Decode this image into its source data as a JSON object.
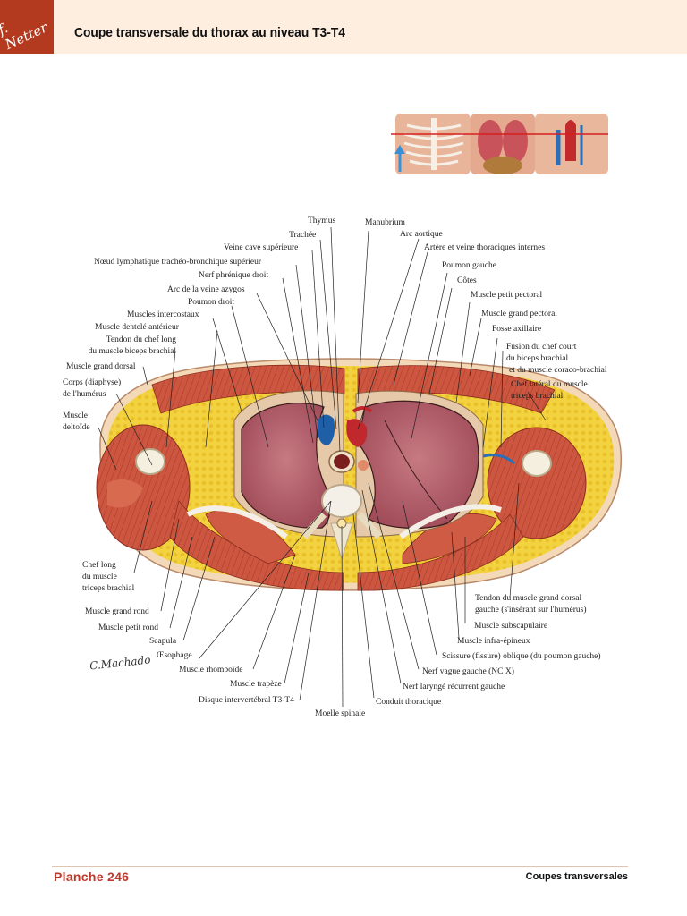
{
  "header": {
    "logo": "f. Netter",
    "title": "Coupe transversale du thorax au niveau T3-T4"
  },
  "labels": {
    "thymus": "Thymus",
    "trachee": "Trachée",
    "veine_cave": "Veine cave supérieure",
    "noeud": "Nœud lymphatique trachéo-bronchique supérieur",
    "nerf_phrenique": "Nerf phrénique droit",
    "arc_azygos": "Arc de la veine azygos",
    "poumon_droit": "Poumon droit",
    "intercostaux": "Muscles intercostaux",
    "dentele": "Muscle dentelé antérieur",
    "tendon_l1": "Tendon du chef long",
    "tendon_l2": "du muscle biceps brachial",
    "grand_dorsal": "Muscle grand dorsal",
    "corps_l1": "Corps (diaphyse)",
    "corps_l2": "de l'humérus",
    "deltoide_l1": "Muscle",
    "deltoide_l2": "deltoïde",
    "manubrium": "Manubrium",
    "arc_aortique": "Arc aortique",
    "arteres": "Artère et veine thoraciques internes",
    "poumon_gauche": "Poumon gauche",
    "cotes": "Côtes",
    "petit_pectoral": "Muscle petit pectoral",
    "grand_pectoral": "Muscle grand pectoral",
    "fosse": "Fosse axillaire",
    "fusion_l1": "Fusion du chef court",
    "fusion_l2": "du biceps brachial",
    "fusion_l3": "et du muscle coraco-brachial",
    "chef_lat_l1": "Chef latéral du muscle",
    "chef_lat_l2": "triceps brachial",
    "chef_long_l1": "Chef long",
    "chef_long_l2": "du muscle",
    "chef_long_l3": "triceps brachial",
    "grand_rond": "Muscle grand rond",
    "petit_rond": "Muscle petit rond",
    "scapula": "Scapula",
    "oesophage": "Œsophage",
    "rhomboide": "Muscle rhomboïde",
    "trapeze": "Muscle trapèze",
    "disque": "Disque intervertébral T3-T4",
    "moelle": "Moelle spinale",
    "tendon_gd_l1": "Tendon du muscle grand dorsal",
    "tendon_gd_l2": "gauche (s'insérant sur l'humérus)",
    "subscapulaire": "Muscle subscapulaire",
    "infra_epineux": "Muscle infra-épineux",
    "scissure": "Scissure (fissure) oblique (du poumon gauche)",
    "nerf_vague": "Nerf vague gauche (NC X)",
    "nerf_laryngé": "Nerf laryngé récurrent gauche",
    "conduit": "Conduit thoracique"
  },
  "signature": "C.Machado",
  "footer": {
    "plate": "Planche 246",
    "section": "Coupes transversales"
  },
  "colors": {
    "accent": "#b3391f",
    "header_bg": "#fdeee0",
    "muscle": "#c9503a",
    "fat": "#f0cf3a",
    "lung": "#b45f6a",
    "vein": "#2b6fb8",
    "artery": "#c0282d"
  }
}
